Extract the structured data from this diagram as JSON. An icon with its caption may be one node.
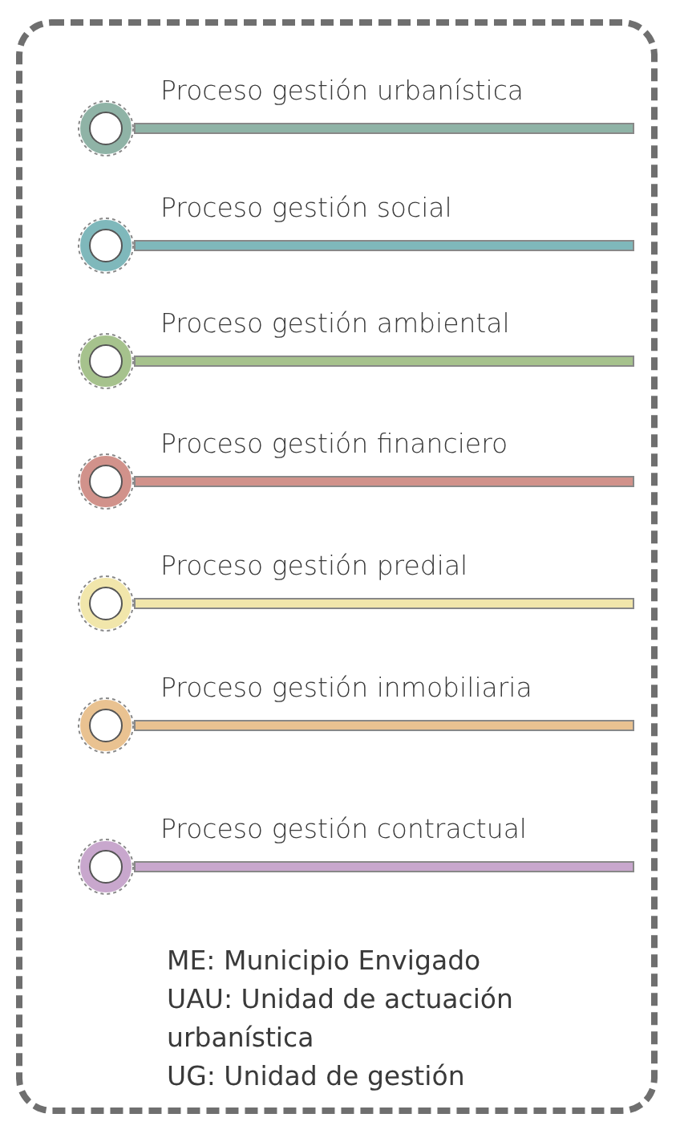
{
  "diagram": {
    "legend": [
      {
        "text": "Proceso gestión urbanística"
      },
      {
        "text": "Proceso gestión social"
      },
      {
        "text": "Proceso gestión ambiental"
      },
      {
        "text": "Proceso gestión financiero"
      },
      {
        "text": "Proceso gestión predial"
      },
      {
        "text": "Proceso gestión inmobiliaria"
      },
      {
        "text": "Proceso gestión contractual"
      }
    ],
    "labels": [
      "ME: Municipio Envigado",
      "UAU: Unidad de actuación urbanística",
      "UG: Unidad de gestión"
    ]
  }
}
